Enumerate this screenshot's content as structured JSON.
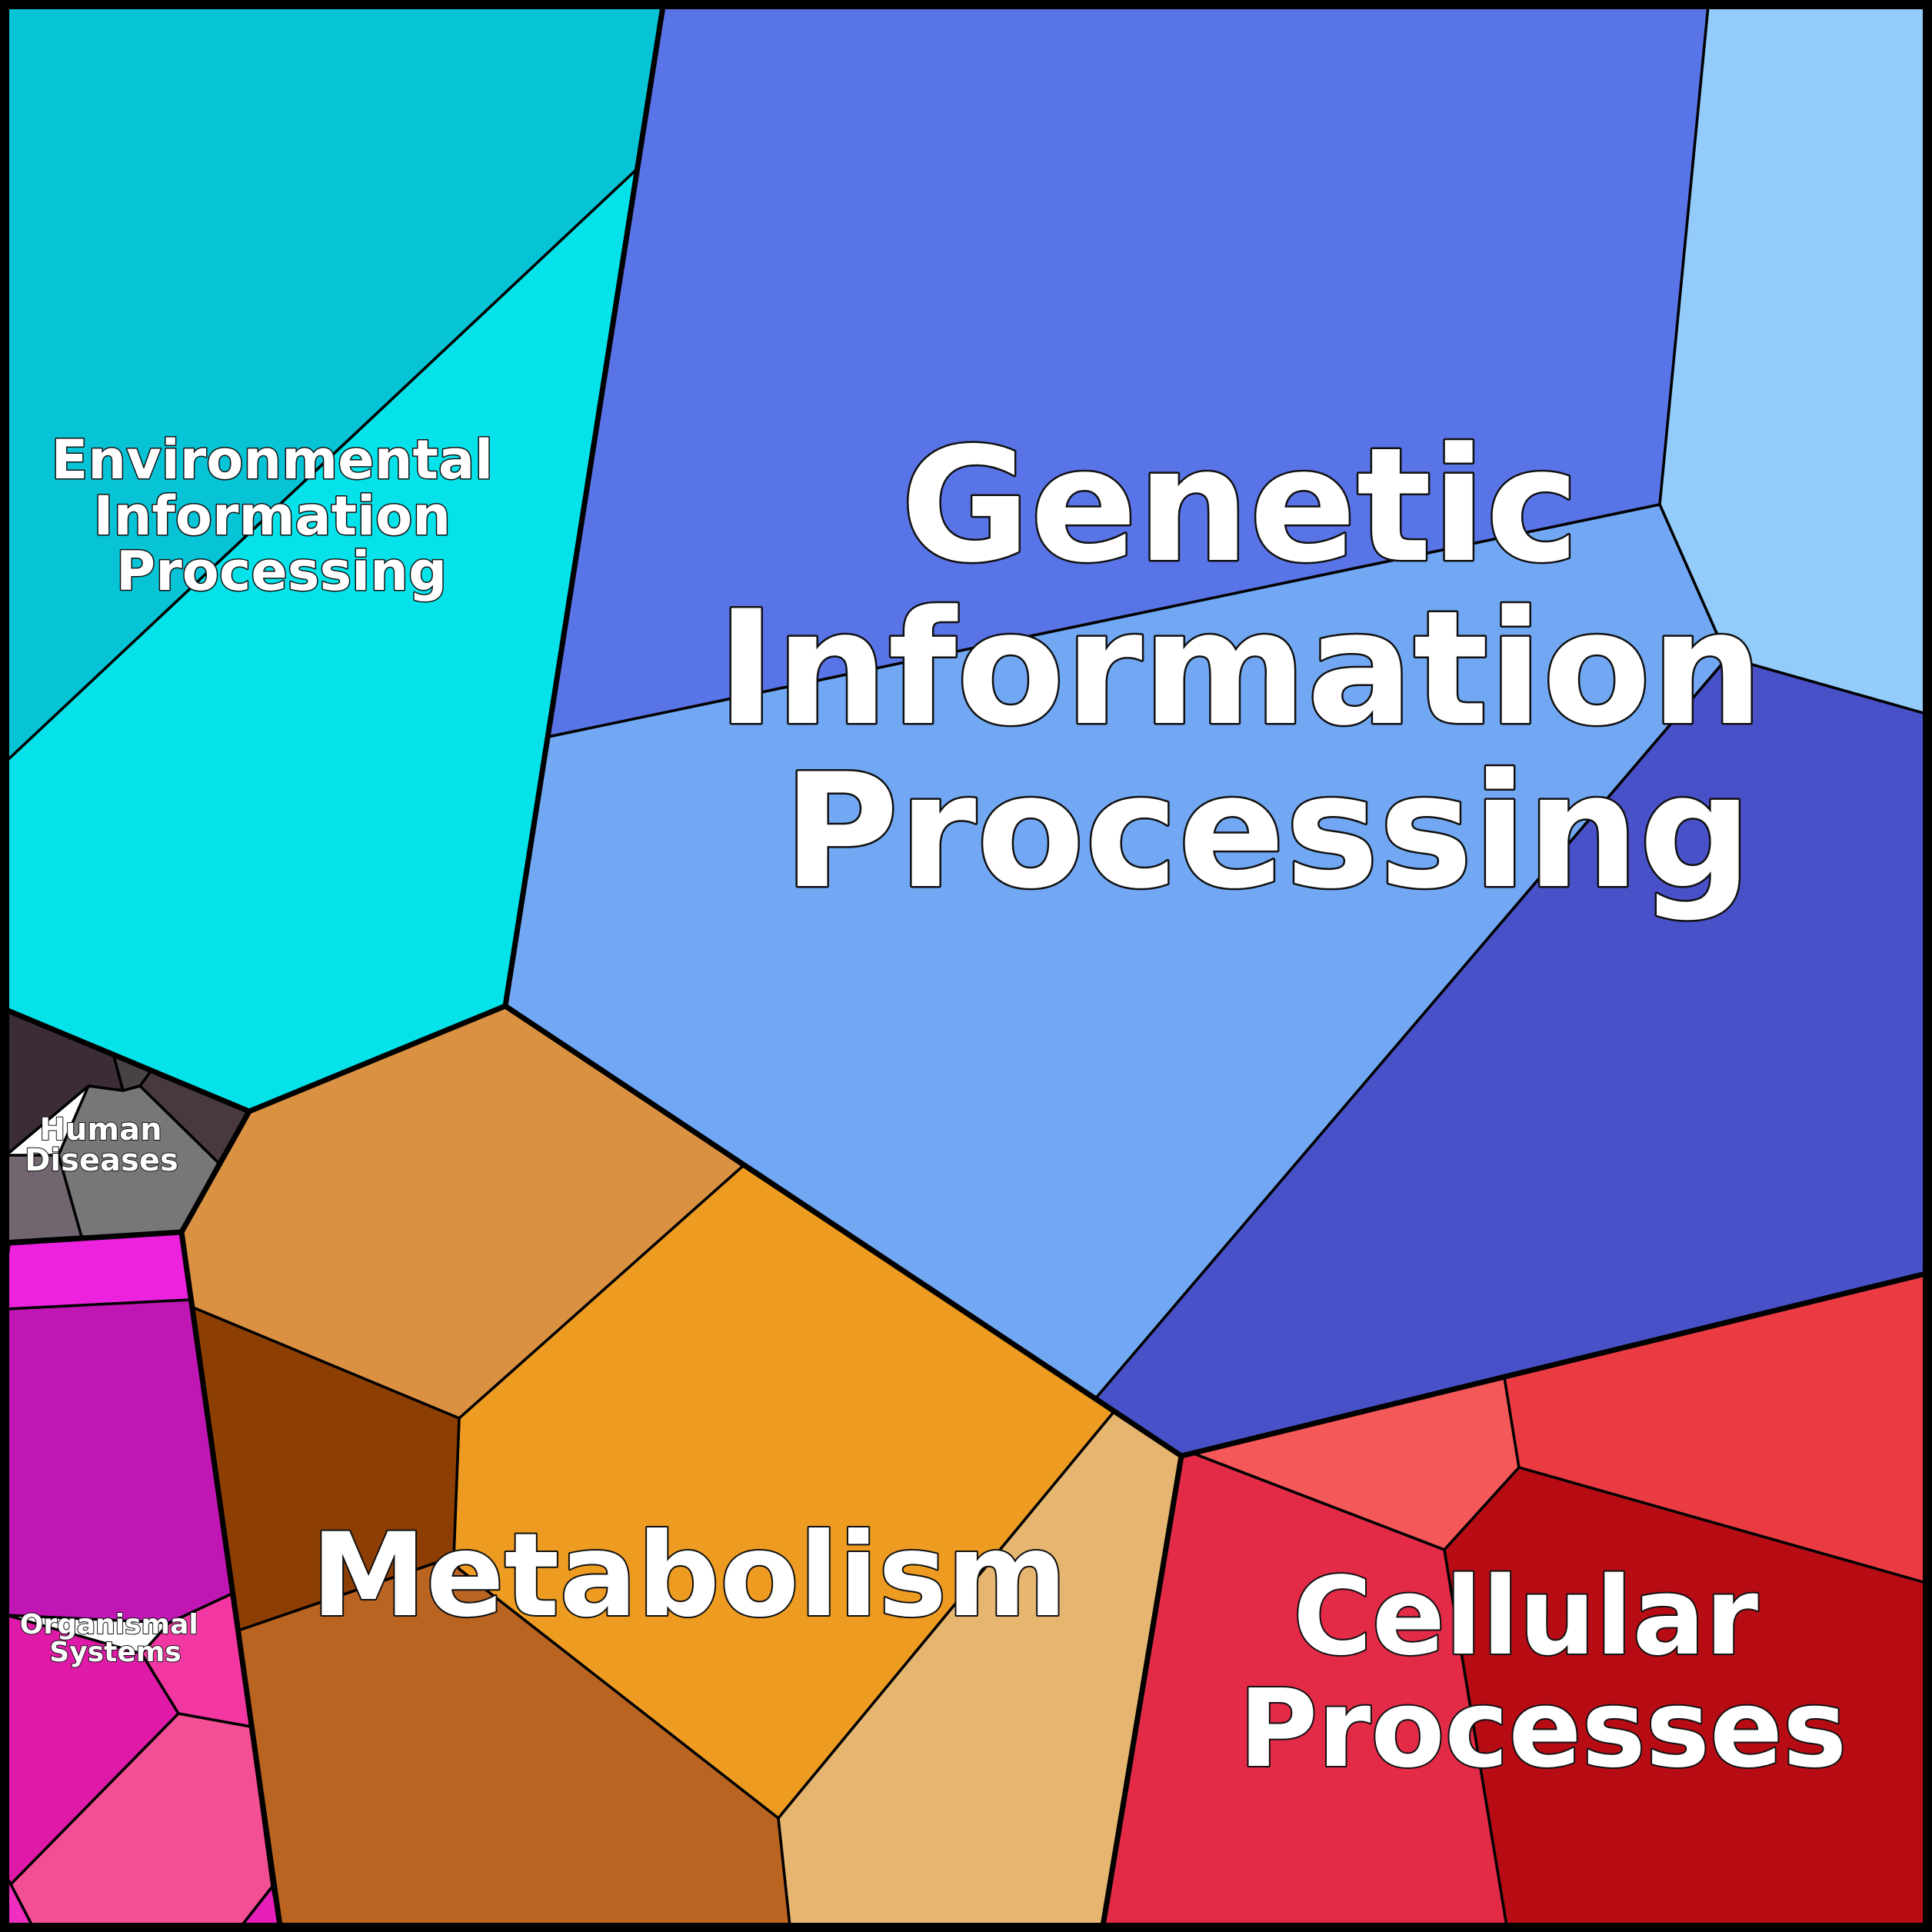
{
  "diagram": {
    "type": "voronoi-treemap",
    "groups": [
      {
        "id": "genetic",
        "label_lines": [
          "Genetic",
          "Information",
          "Processing"
        ],
        "cell_colors": [
          "#5974E7",
          "#93CBFB",
          "#72A8F3",
          "#4851C8"
        ]
      },
      {
        "id": "environmental",
        "label_lines": [
          "Environmental",
          "Information",
          "Processing"
        ],
        "cell_colors": [
          "#06C4D6",
          "#06E2E9"
        ]
      },
      {
        "id": "human",
        "label_lines": [
          "Human",
          "Diseases"
        ],
        "cell_colors": [
          "#3B2C37",
          "#474246",
          "#47393F",
          "#777779",
          "#716570"
        ]
      },
      {
        "id": "metabolism",
        "label_lines": [
          "Metabolism"
        ],
        "cell_colors": [
          "#DA9142",
          "#ED9B21",
          "#8D3E03",
          "#BA6422",
          "#E6B670"
        ]
      },
      {
        "id": "organismal",
        "label_lines": [
          "Organismal",
          "Systems"
        ],
        "cell_colors": [
          "#EC22DE",
          "#BF16B4",
          "#F237A3",
          "#E01AA8",
          "#F34F94",
          "#E61FB8",
          "#F02EC1"
        ]
      },
      {
        "id": "cellular",
        "label_lines": [
          "Cellular",
          "Processes"
        ],
        "cell_colors": [
          "#F55858",
          "#EA3B43",
          "#E32A47",
          "#B80C15"
        ]
      }
    ]
  }
}
